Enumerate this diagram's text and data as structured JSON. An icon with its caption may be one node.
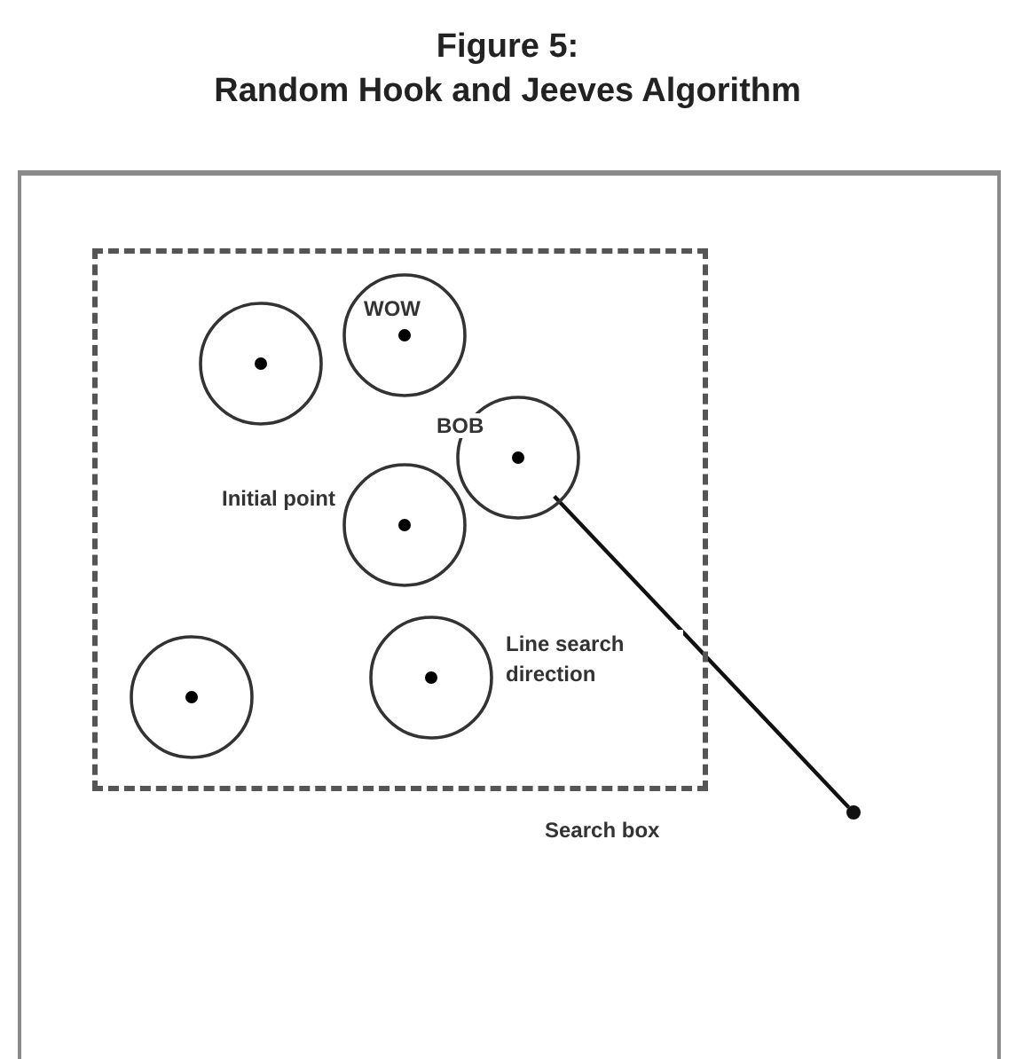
{
  "diagram": {
    "title": "Figure 5: Random Hook and Jeeves Algorithm",
    "nodes": [
      {
        "text": [
          "Search box"
        ]
      },
      {
        "text": [],
        "shape": "circle",
        "in": 0
      },
      {
        "text": [],
        "shape": "circle",
        "in": 0
      },
      {
        "text": [],
        "shape": "circle",
        "in": 0,
        "beside": [
          "BOB"
        ]
      },
      {
        "text": [],
        "shape": "circle",
        "in": 0,
        "beside": [
          "Initial point"
        ]
      },
      {
        "text": [],
        "shape": "circle",
        "in": 0
      },
      {
        "text": [],
        "shape": "circle",
        "in": 0
      },
      {
        "text": [],
        "shape": "circle"
      }
    ],
    "edges": [
      {
        "from": 3,
        "to": 7,
        "arrow": "none"
      }
    ],
    "labels": [
      "WOW",
      "Line search direction"
    ]
  }
}
